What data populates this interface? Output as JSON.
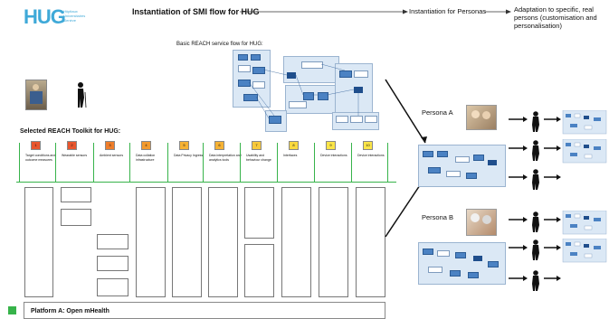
{
  "header": {
    "logo": "HUG",
    "logo_sub": "Hôpitaux\nUniversitaires\nGenève",
    "title": "Instantiation of SMI flow for HUG",
    "personas_title": "Instantiation for Personas",
    "adaptation_note": "Adaptation to specific, real persons (customisation and personalisation)"
  },
  "reach_flow_label": "Basic REACH service flow for HUG:",
  "toolkit": {
    "title": "Selected REACH Toolkit for HUG:",
    "columns": [
      {
        "num": "1",
        "label": "Target conditions and outcome measures",
        "color": "#e8552d"
      },
      {
        "num": "2",
        "label": "Wearable sensors",
        "color": "#e8552d"
      },
      {
        "num": "3",
        "label": "Ambient sensors",
        "color": "#ef7d2a"
      },
      {
        "num": "4",
        "label": "Data collation infrastructure",
        "color": "#f29a2e"
      },
      {
        "num": "5",
        "label": "Data Privacy Ingress",
        "color": "#f6b234"
      },
      {
        "num": "6",
        "label": "Data interpretation and analytics tools",
        "color": "#f6b234"
      },
      {
        "num": "7",
        "label": "Usability and behaviour change",
        "color": "#f8c93b"
      },
      {
        "num": "8",
        "label": "Interfaces",
        "color": "#f9d93f"
      },
      {
        "num": "9",
        "label": "Device interactions",
        "color": "#fbe548"
      },
      {
        "num": "10",
        "label": "Device interactions",
        "color": "#fbe548"
      }
    ]
  },
  "personas": {
    "a_label": "Persona A",
    "b_label": "Persona B"
  },
  "platform": {
    "label": "Platform A: Open mHealth",
    "marker_color": "#37b34a"
  },
  "colors": {
    "accent": "#3fa9d8",
    "green": "#37b34a",
    "flow_fill": "#dbe8f5",
    "node_blue": "#4b82c3"
  },
  "icons": [
    "hug-logo",
    "elderly-person-photo",
    "walking-person-icon",
    "persona-photo",
    "arrow-icon"
  ]
}
